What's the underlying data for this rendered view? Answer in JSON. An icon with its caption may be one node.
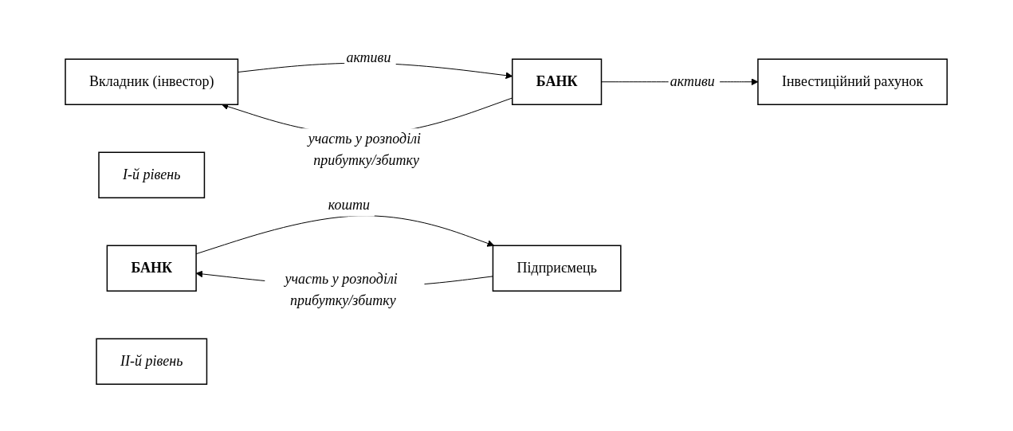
{
  "diagram": {
    "nodes": [
      {
        "text": [
          "Вкладник (інвестор)"
        ]
      },
      {
        "text": [
          "БАНК"
        ]
      },
      {
        "text": [
          "Інвестиційний рахунок"
        ]
      },
      {
        "text": [
          "I-й рівень"
        ]
      },
      {
        "text": [
          "БАНК"
        ]
      },
      {
        "text": [
          "Підприємець"
        ]
      },
      {
        "text": [
          "II-й рівень"
        ]
      }
    ],
    "edges": [
      {
        "from": 0,
        "to": 1,
        "arrow": "to",
        "label": "активи"
      },
      {
        "from": 1,
        "to": 0,
        "arrow": "to",
        "label": "участь у розподілі прибутку/збитку"
      },
      {
        "from": 1,
        "to": 2,
        "arrow": "to",
        "label": "активи"
      },
      {
        "from": 4,
        "to": 5,
        "arrow": "to",
        "label": "кошти"
      },
      {
        "from": 5,
        "to": 4,
        "arrow": "to",
        "label": "участь у розподілі прибутку/збитку"
      }
    ]
  }
}
